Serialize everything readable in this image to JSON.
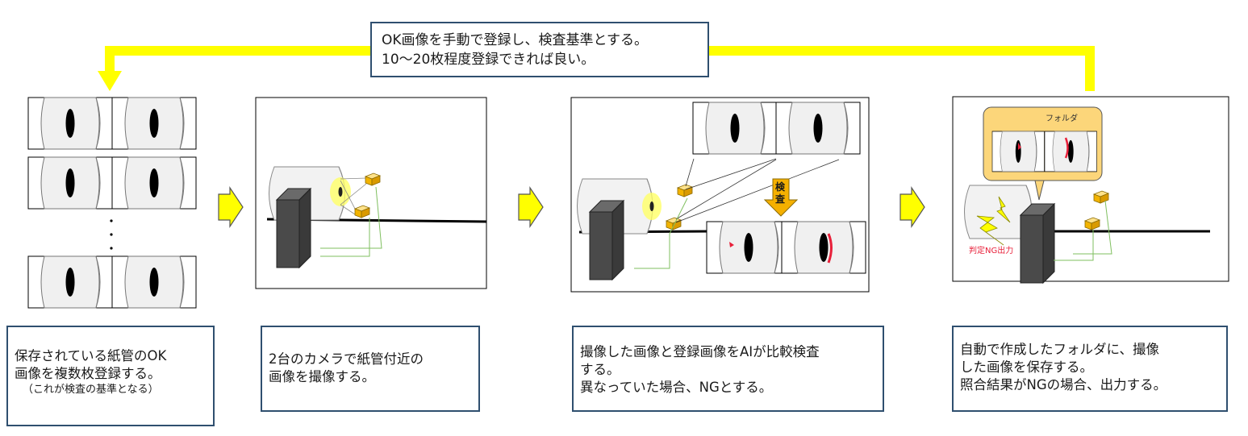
{
  "top_note": {
    "line1": "OK画像を手動で登録し、検査基準とする。",
    "line2": "10～20枚程度登録できれば良い。"
  },
  "steps": [
    {
      "lines": [
        "保存されている紙管のOK",
        "画像を複数枚登録する。"
      ],
      "sub": "（これが検査の基準となる）"
    },
    {
      "lines": [
        "2台のカメラで紙管付近の",
        "画像を撮像する。"
      ]
    },
    {
      "lines": [
        "撮像した画像と登録画像をAIが比較検査",
        "する。",
        "異なっていた場合、NGとする。"
      ]
    },
    {
      "lines": [
        "自動で作成したフォルダに、撮像",
        "した画像を保存する。",
        "照合結果がNGの場合、出力する。"
      ]
    }
  ],
  "inspect_label": [
    "検",
    "査"
  ],
  "folder_label": "フォルダ",
  "ng_output_label": "判定NG出力",
  "ellipsis_dots": "・・・",
  "colors": {
    "flow_arrow": "#ffff00",
    "frame_border": "#2f4f6f",
    "machine": "#4a4a4a",
    "camera": "#f2b300",
    "cable": "#7fbf5f",
    "defect": "#e8203a",
    "folder_bg": "#fcd67a",
    "inspect_arrow": "#f5b000"
  },
  "icons": [
    "tube-image-icon",
    "camera-icon",
    "machine-box-icon",
    "flow-arrow-icon",
    "lightning-icon",
    "folder-icon"
  ]
}
